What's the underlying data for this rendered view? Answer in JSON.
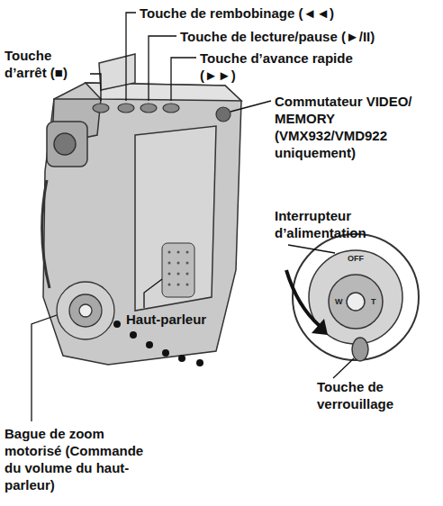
{
  "diagram": {
    "labels": [
      "Touche de rembobinage (◄◄)",
      "Touche de lecture/pause (►/II)",
      "Touche d’arrêt (■)",
      "Touche d’avance rapide (►►)",
      "Commutateur VIDEO/ MEMORY (VMX932/VMD922 uniquement)",
      "Interrupteur d’alimentation",
      "Haut-parleur",
      "Touche de verrouillage",
      "Bague de zoom motorisé (Commande du volume du haut-parleur)",
      "OFF",
      "W",
      "T"
    ]
  }
}
